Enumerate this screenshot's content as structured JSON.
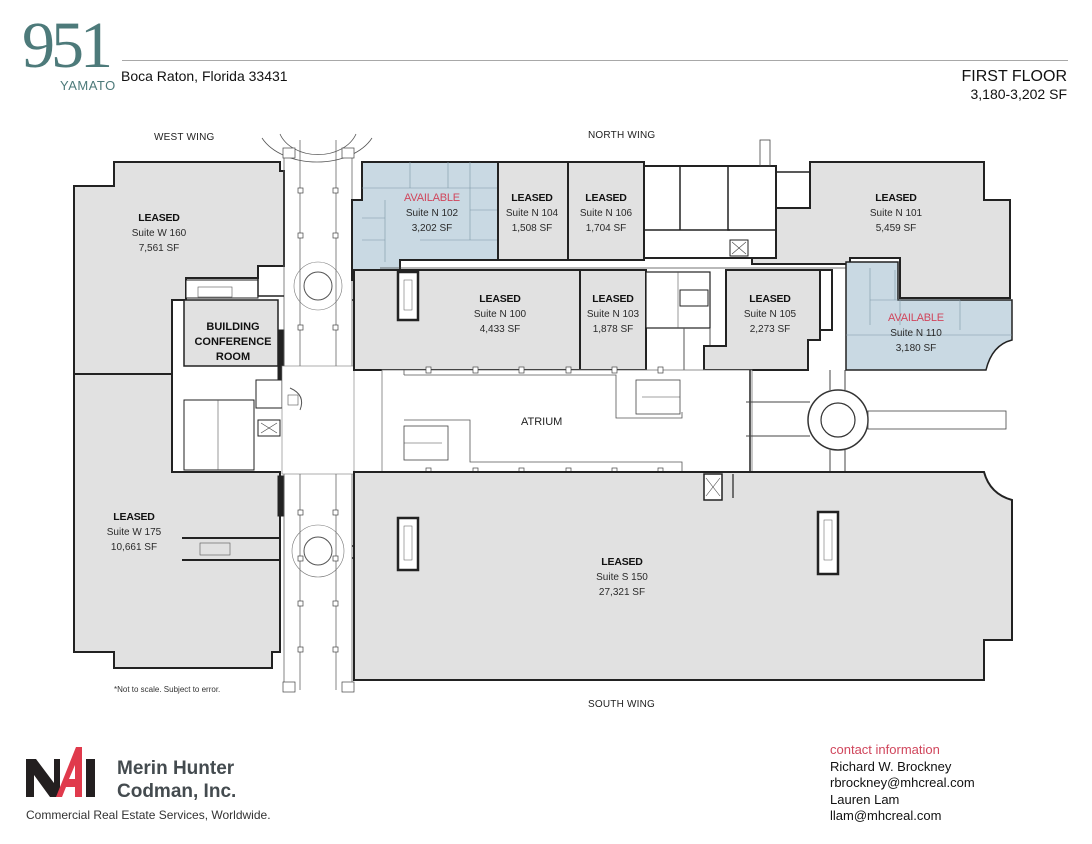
{
  "header": {
    "logo_number": "951",
    "logo_sub": "YAMATO",
    "address": "Boca Raton, Florida 33431",
    "floor_title": "FIRST FLOOR",
    "floor_sf": "3,180-3,202 SF"
  },
  "wings": {
    "west": "WEST WING",
    "north": "NORTH WING",
    "south": "SOUTH WING"
  },
  "colors": {
    "available_fill": "#c9d9e3",
    "leased_fill": "#e1e1e1",
    "available_text": "#d0465c",
    "brand_teal": "#4d7a7a",
    "nai_red": "#e03a4c"
  },
  "suites": [
    {
      "id": "W160",
      "status": "LEASED",
      "name": "Suite W 160",
      "sf": "7,561 SF"
    },
    {
      "id": "N102",
      "status": "AVAILABLE",
      "name": "Suite N 102",
      "sf": "3,202 SF"
    },
    {
      "id": "N104",
      "status": "LEASED",
      "name": "Suite N 104",
      "sf": "1,508 SF"
    },
    {
      "id": "N106",
      "status": "LEASED",
      "name": "Suite N 106",
      "sf": "1,704 SF"
    },
    {
      "id": "N101",
      "status": "LEASED",
      "name": "Suite N 101",
      "sf": "5,459 SF"
    },
    {
      "id": "N100",
      "status": "LEASED",
      "name": "Suite N 100",
      "sf": "4,433 SF"
    },
    {
      "id": "N103",
      "status": "LEASED",
      "name": "Suite N 103",
      "sf": "1,878 SF"
    },
    {
      "id": "N105",
      "status": "LEASED",
      "name": "Suite N 105",
      "sf": "2,273 SF"
    },
    {
      "id": "N110",
      "status": "AVAILABLE",
      "name": "Suite N 110",
      "sf": "3,180 SF"
    },
    {
      "id": "W175",
      "status": "LEASED",
      "name": "Suite W 175",
      "sf": "10,661 SF"
    },
    {
      "id": "S150",
      "status": "LEASED",
      "name": "Suite S 150",
      "sf": "27,321 SF"
    }
  ],
  "rooms": {
    "conference_line1": "BUILDING",
    "conference_line2": "CONFERENCE",
    "conference_line3": "ROOM",
    "atrium": "ATRIUM"
  },
  "disclaimer": "*Not to scale.  Subject to error.",
  "footer": {
    "company_line1": "Merin Hunter",
    "company_line2": "Codman, Inc.",
    "tagline": "Commercial Real Estate Services, Worldwide.",
    "contact_title": "contact information",
    "contacts": [
      {
        "name": "Richard W. Brockney",
        "email": "rbrockney@mhcreal.com"
      },
      {
        "name": "Lauren Lam",
        "email": "llam@mhcreal.com"
      }
    ]
  }
}
